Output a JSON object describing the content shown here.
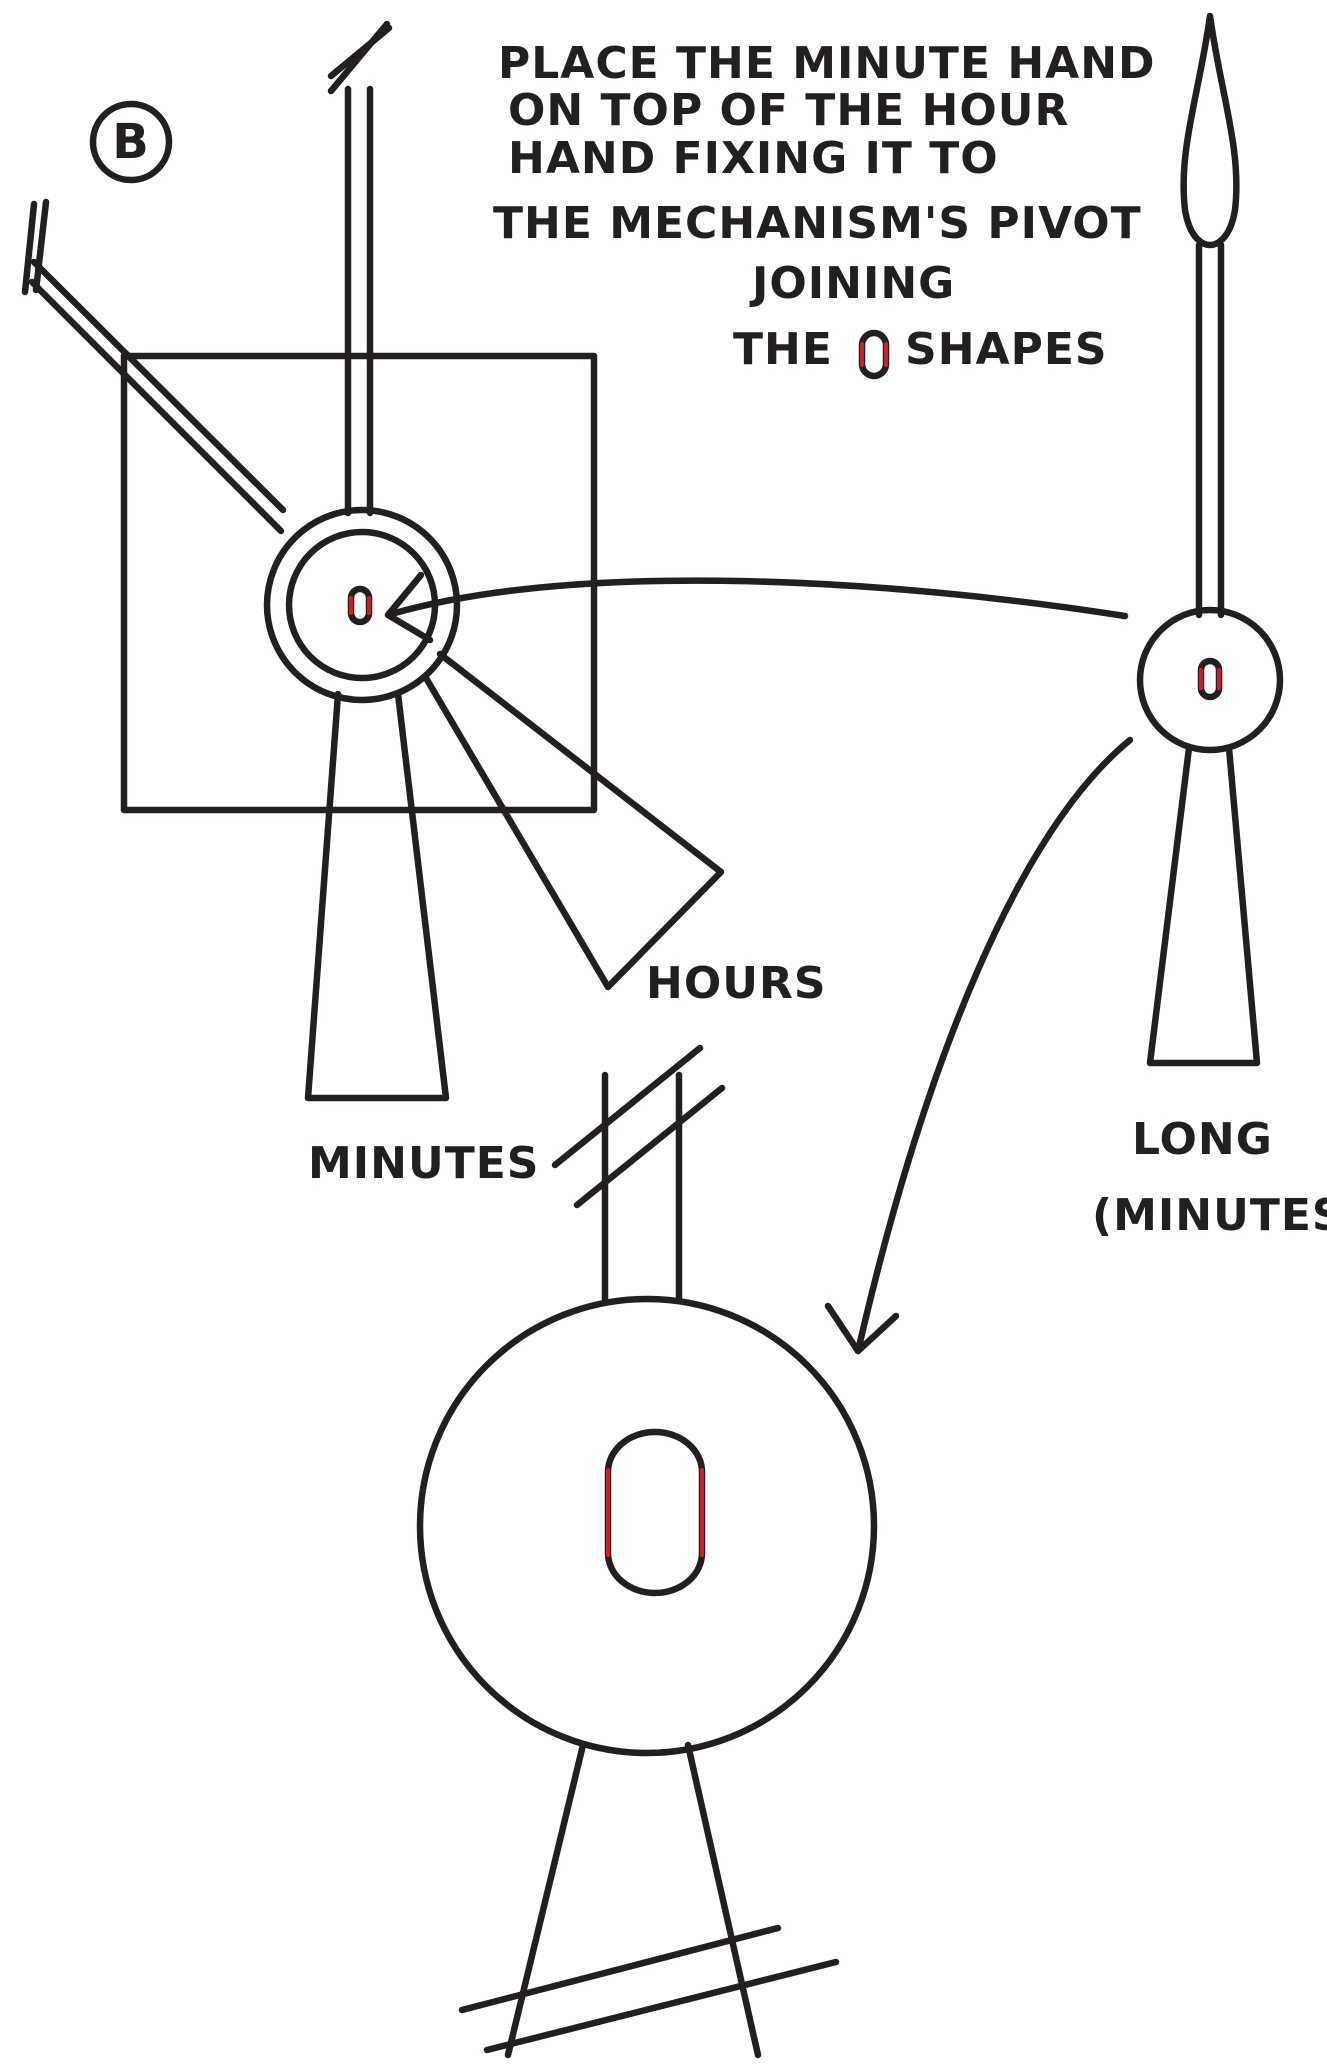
{
  "step": {
    "label": "B"
  },
  "instruction": {
    "lines": [
      "PLACE THE MINUTE HAND",
      "ON TOP OF THE HOUR",
      "HAND FIXING IT TO",
      "THE MECHANISM'S PIVOT",
      "JOINING"
    ],
    "last_line_before": "THE",
    "last_line_after": "SHAPES"
  },
  "labels": {
    "hours": "HOURS",
    "minutes": "MINUTES",
    "long_line1": "LONG",
    "long_line2": "(MINUTES)"
  },
  "colors": {
    "ink": "#231f20",
    "highlight": "#c8202a"
  }
}
